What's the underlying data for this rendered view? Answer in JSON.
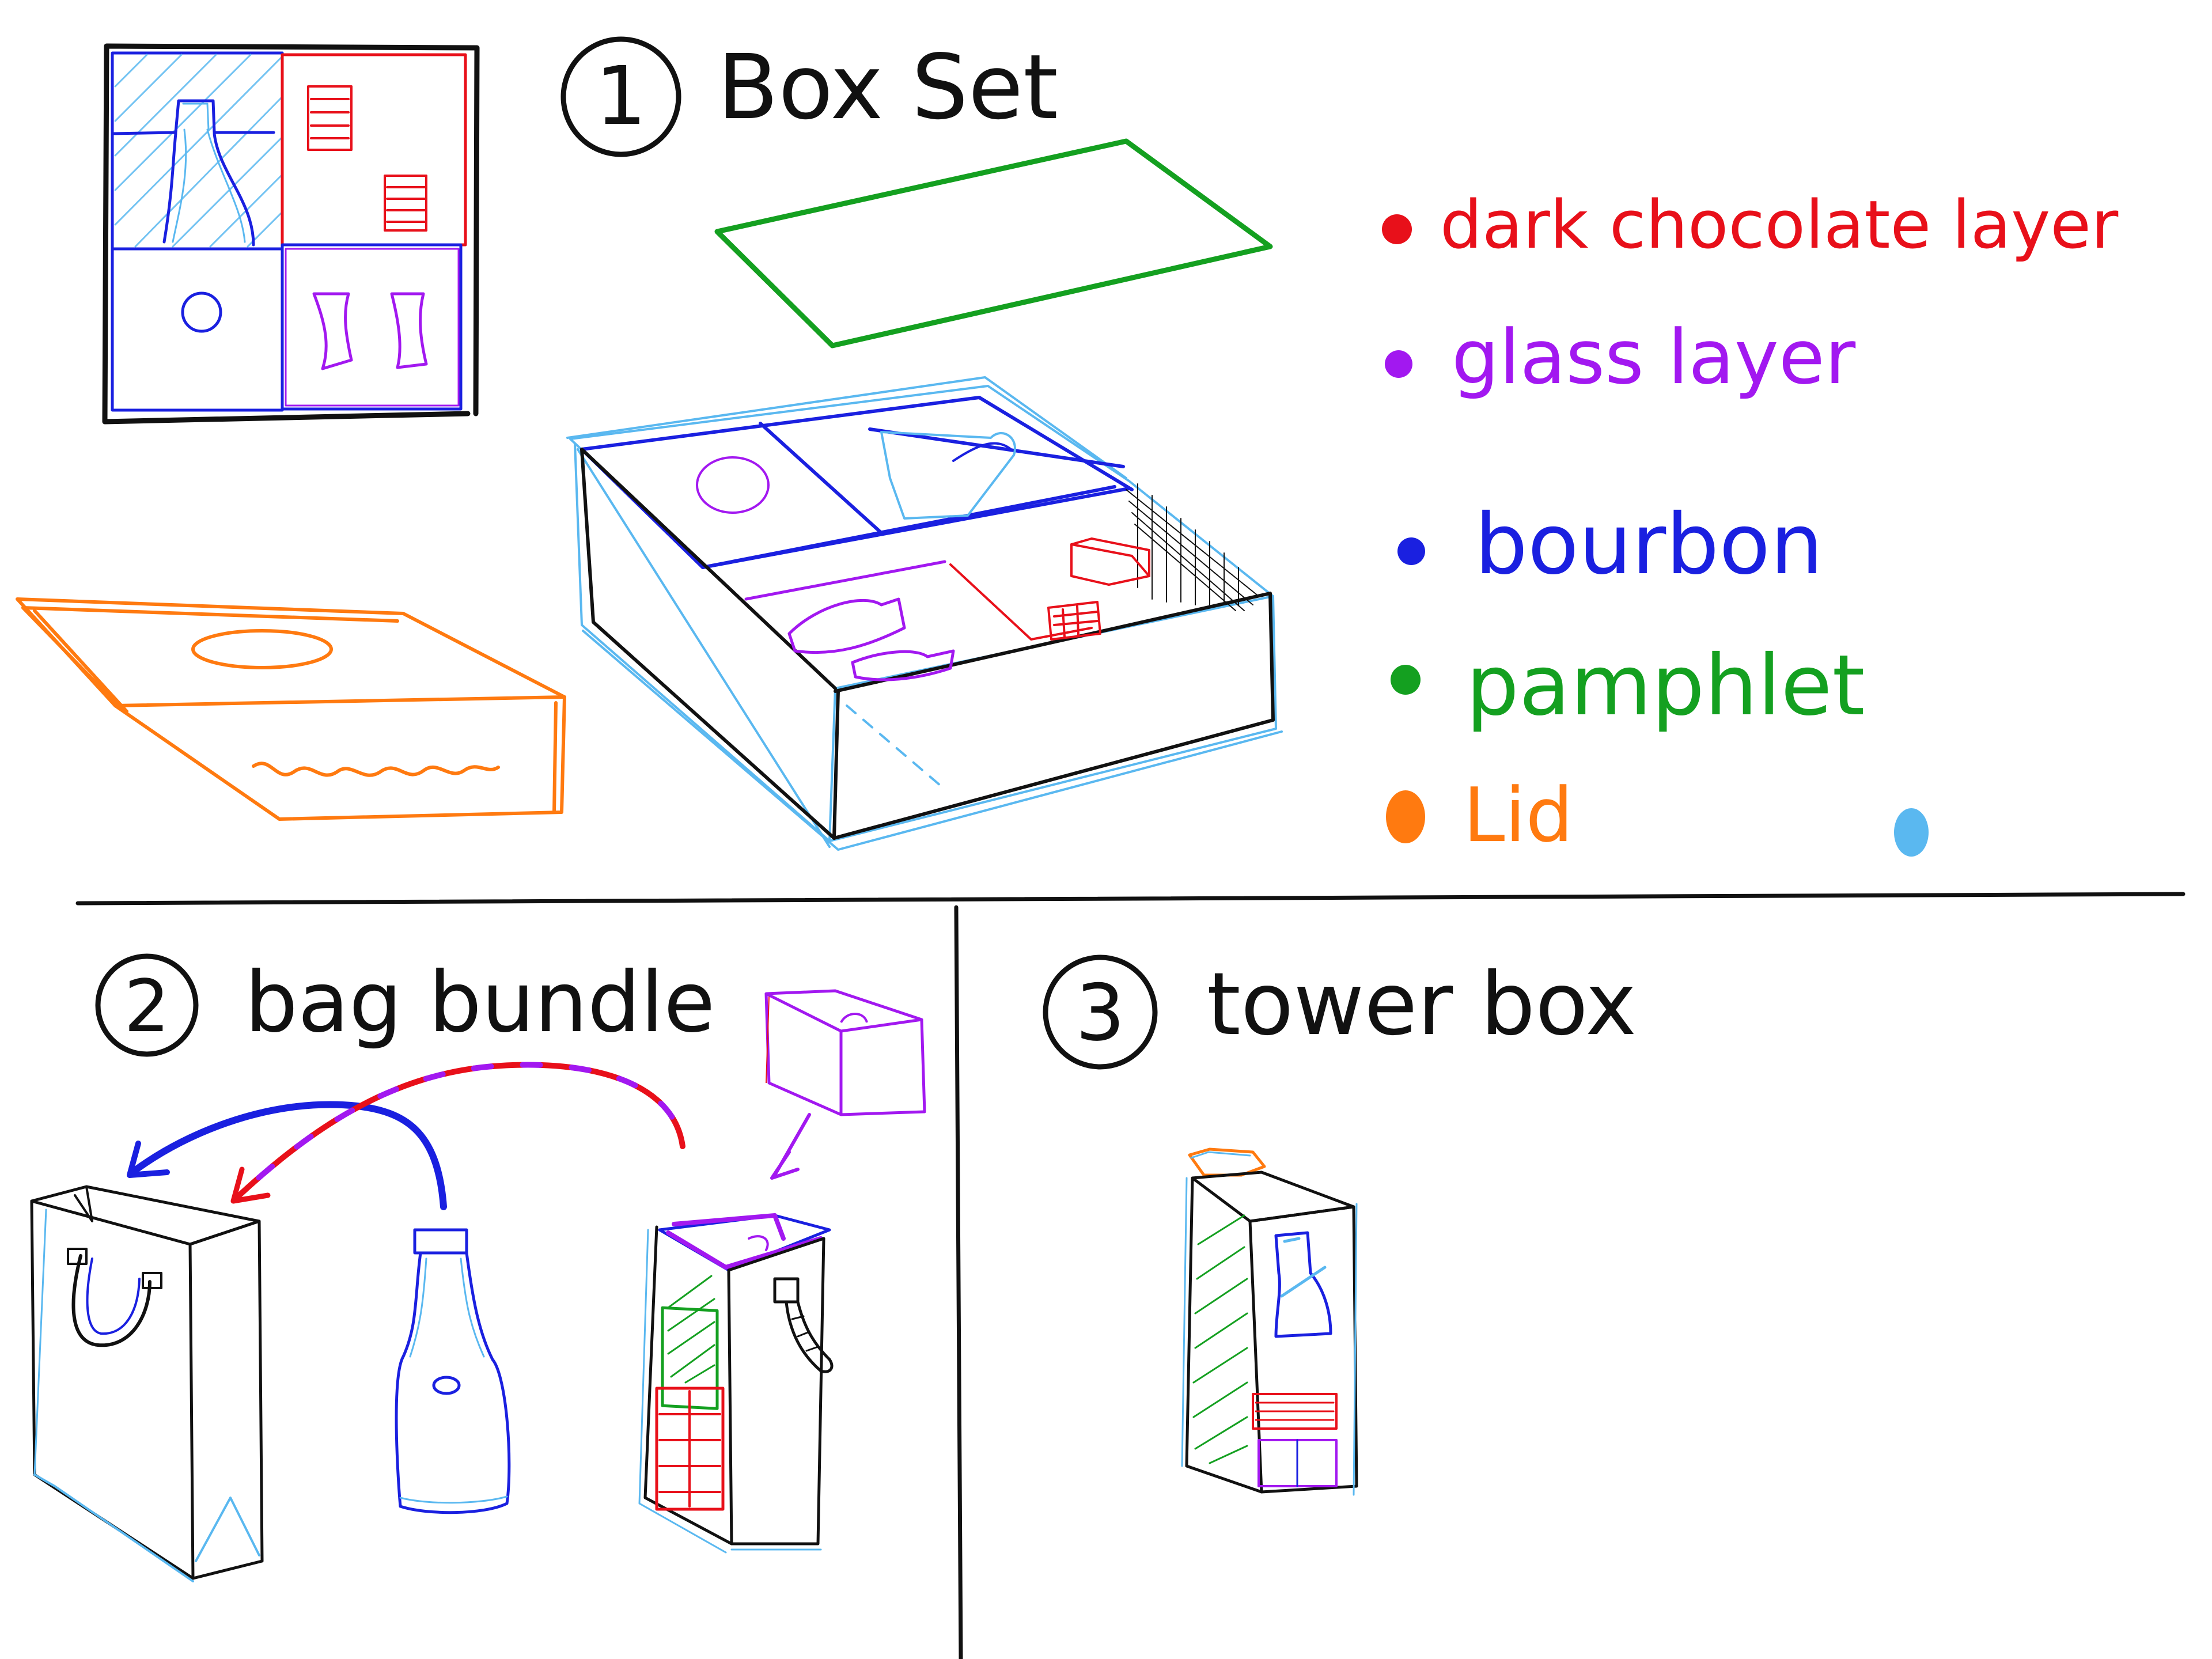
{
  "sections": [
    {
      "number": "1",
      "title": "Box Set"
    },
    {
      "number": "2",
      "title": "bag bundle"
    },
    {
      "number": "3",
      "title": "tower box"
    }
  ],
  "legend": [
    {
      "label": "dark chocolate layer",
      "color": "#e8101a"
    },
    {
      "label": "glass layer",
      "color": "#a218f0"
    },
    {
      "label": "bourbon",
      "color": "#1a20e0"
    },
    {
      "label": "pamphlet",
      "color": "#14a020"
    },
    {
      "label": "Lid",
      "color": "#ff7a10"
    },
    {
      "label": "",
      "color": "#5ab8f0"
    }
  ],
  "colors": {
    "ink": "#111111",
    "chocolate": "#e8101a",
    "glass": "#a218f0",
    "bourbon": "#1a20e0",
    "pamphlet": "#14a020",
    "lid": "#ff7a10",
    "box": "#5ab8f0"
  }
}
